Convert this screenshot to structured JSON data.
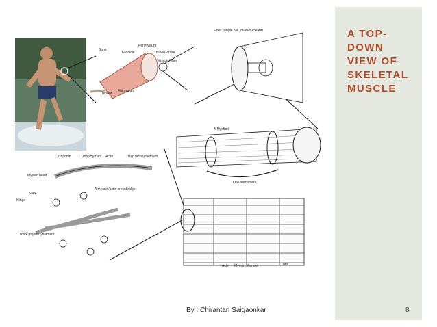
{
  "slide": {
    "title": "A TOP-DOWN VIEW OF SKELETAL MUSCLE",
    "author": "By : Chirantan Saigaonkar",
    "page_number": "8"
  },
  "colors": {
    "title": "#b14b2a",
    "panel": "#e4e8df"
  },
  "labels": {
    "bone": "Bone",
    "perimysium": "Perimysium",
    "fascicle": "Fascicle",
    "blood_vessel": "Blood vessel",
    "muscle_fiber": "Muscle Fiber",
    "tendon": "Tendon",
    "epimysium": "Epimysium",
    "fiber_cell": "Fiber (single cell, multi-nucleate)",
    "myofibril": "A Myofibril",
    "sarcomere": "One sarcomere",
    "troponin": "Troponin",
    "tropomyosin": "Tropomyosin",
    "actin": "Actin",
    "thin_filament": "Thin (actin) filament",
    "myosin_head": "Myosin head",
    "actomyosin_bridge": "A myosin/actin crossbridge",
    "stalk": "Stalk",
    "hinge": "Hinge",
    "thick_filament": "Thick (myosin) filament",
    "actin_bottom": "Actin",
    "myosin_filament": "Myosin filament",
    "titin": "Titin"
  }
}
